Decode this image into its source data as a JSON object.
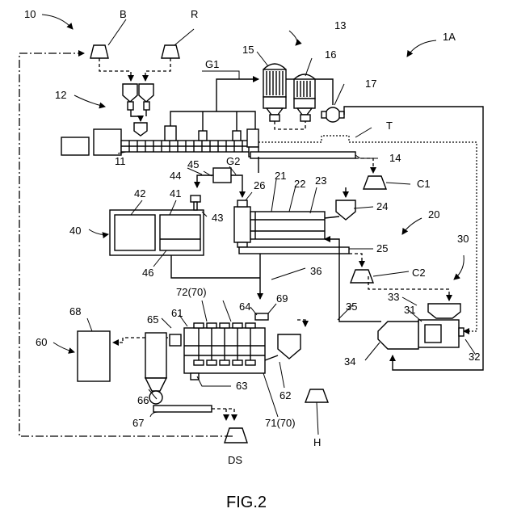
{
  "figure": {
    "caption": "FIG.2",
    "labels": {
      "l10": "10",
      "lB": "B",
      "lR": "R",
      "l13": "13",
      "l1A": "1A",
      "l15": "15",
      "l16": "16",
      "lG1": "G1",
      "l12": "12",
      "l17": "17",
      "lT": "T",
      "l14": "14",
      "l11": "11",
      "lG2": "G2",
      "l45": "45",
      "l44": "44",
      "lC1": "C1",
      "l21": "21",
      "l26": "26",
      "l22": "22",
      "l23": "23",
      "l42": "42",
      "l41": "41",
      "l43": "43",
      "l24": "24",
      "l40": "40",
      "l20": "20",
      "l30": "30",
      "l25": "25",
      "l46": "46",
      "lC2": "C2",
      "l36": "36",
      "l72": "72(70)",
      "l64": "64",
      "l69": "69",
      "l68": "68",
      "l65": "65",
      "l61": "61",
      "l35": "35",
      "l33": "33",
      "l31": "31",
      "l60": "60",
      "l34": "34",
      "l32": "32",
      "l63": "63",
      "l62": "62",
      "l66": "66",
      "l71": "71(70)",
      "l67": "67",
      "lH": "H",
      "lDS": "DS"
    }
  }
}
